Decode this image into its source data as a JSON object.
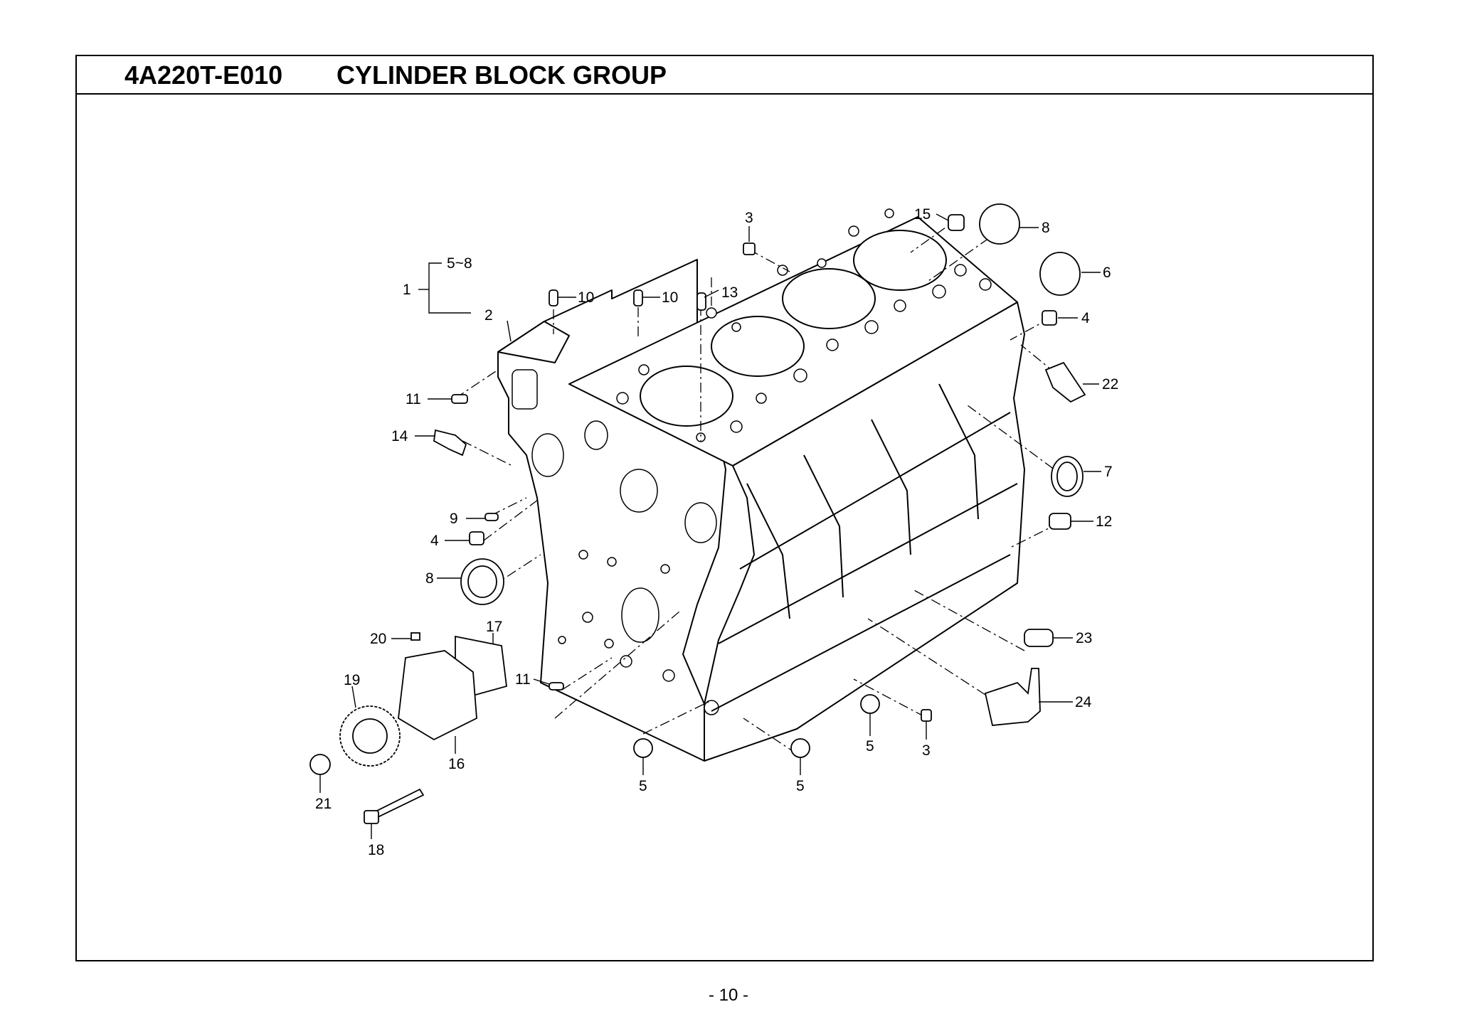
{
  "header": {
    "code": "4A220T-E010",
    "title": "CYLINDER BLOCK GROUP"
  },
  "callouts": [
    {
      "id": "c1",
      "label": "1"
    },
    {
      "id": "c5-8",
      "label": "5~8"
    },
    {
      "id": "c2",
      "label": "2"
    },
    {
      "id": "c3-top",
      "label": "3"
    },
    {
      "id": "c15",
      "label": "15"
    },
    {
      "id": "c8-top",
      "label": "8"
    },
    {
      "id": "c6",
      "label": "6"
    },
    {
      "id": "c4-right",
      "label": "4"
    },
    {
      "id": "c22",
      "label": "22"
    },
    {
      "id": "c10-a",
      "label": "10"
    },
    {
      "id": "c10-b",
      "label": "10"
    },
    {
      "id": "c13",
      "label": "13"
    },
    {
      "id": "c11-top",
      "label": "11"
    },
    {
      "id": "c14",
      "label": "14"
    },
    {
      "id": "c7",
      "label": "7"
    },
    {
      "id": "c9",
      "label": "9"
    },
    {
      "id": "c12",
      "label": "12"
    },
    {
      "id": "c4-left",
      "label": "4"
    },
    {
      "id": "c8-left",
      "label": "8"
    },
    {
      "id": "c20",
      "label": "20"
    },
    {
      "id": "c17",
      "label": "17"
    },
    {
      "id": "c23",
      "label": "23"
    },
    {
      "id": "c19",
      "label": "19"
    },
    {
      "id": "c11-bottom",
      "label": "11"
    },
    {
      "id": "c24",
      "label": "24"
    },
    {
      "id": "c16",
      "label": "16"
    },
    {
      "id": "c5-right",
      "label": "5"
    },
    {
      "id": "c3-bottom",
      "label": "3"
    },
    {
      "id": "c21",
      "label": "21"
    },
    {
      "id": "c5-left",
      "label": "5"
    },
    {
      "id": "c5-mid",
      "label": "5"
    },
    {
      "id": "c18",
      "label": "18"
    }
  ],
  "footer": {
    "page_number": "- 10 -"
  }
}
